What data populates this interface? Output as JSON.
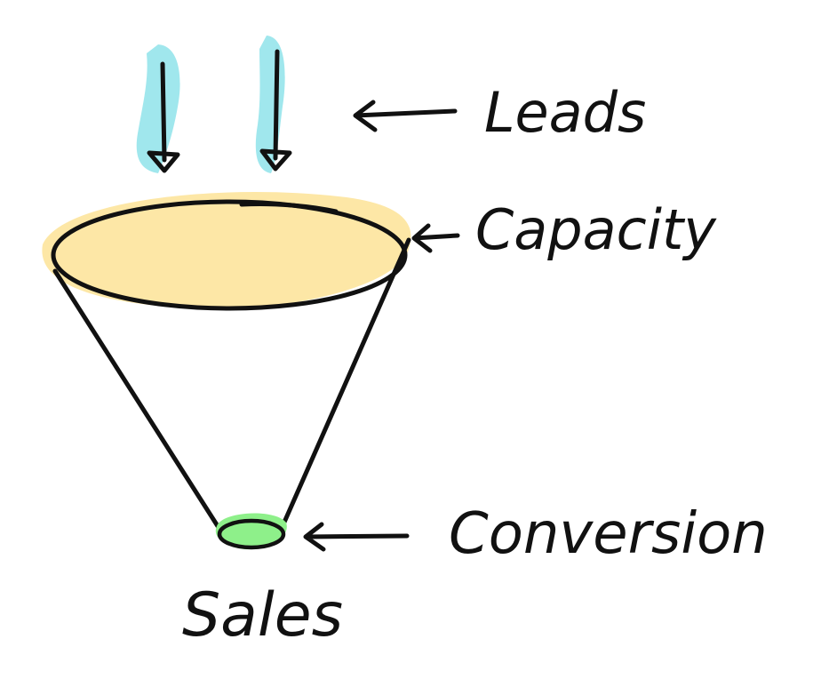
{
  "labels": {
    "leads": "Leads",
    "capacity": "Capacity",
    "conversion": "Conversion",
    "sales": "Sales"
  },
  "colors": {
    "ink": "#111111",
    "leads_highlight": "#8fe3ea",
    "capacity_fill": "#fde7a6",
    "conversion_fill": "#8ef08a",
    "background": "#ffffff"
  }
}
